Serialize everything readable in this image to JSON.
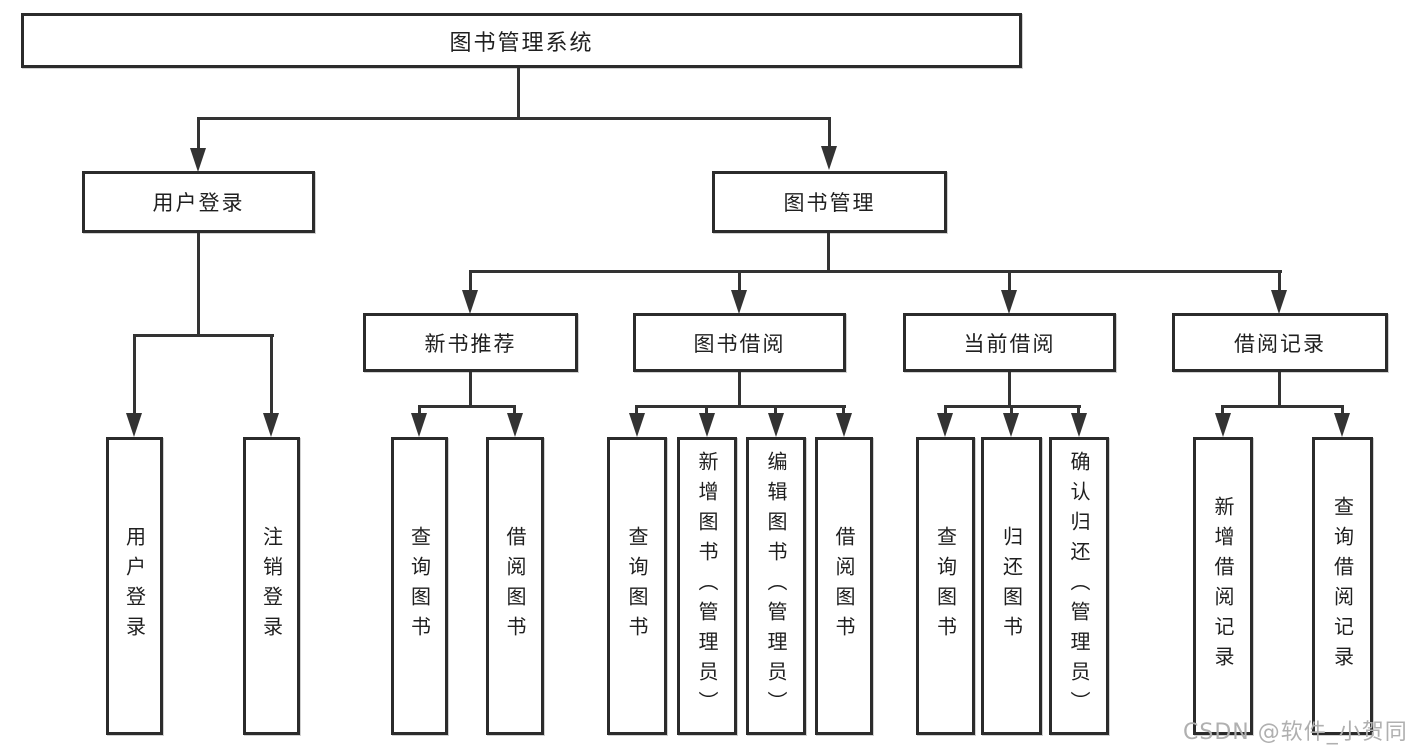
{
  "diagram": {
    "type": "hierarchy-tree",
    "tree": {
      "root": {
        "label": "图书管理系统",
        "children": [
          {
            "label": "用户登录",
            "children": [
              {
                "label": "用户登录"
              },
              {
                "label": "注销登录"
              }
            ]
          },
          {
            "label": "图书管理",
            "children": [
              {
                "label": "新书推荐",
                "children": [
                  {
                    "label": "查询图书"
                  },
                  {
                    "label": "借阅图书"
                  }
                ]
              },
              {
                "label": "图书借阅",
                "children": [
                  {
                    "label": "查询图书"
                  },
                  {
                    "label": "新增图书（管理员）"
                  },
                  {
                    "label": "编辑图书（管理员）"
                  },
                  {
                    "label": "借阅图书"
                  }
                ]
              },
              {
                "label": "当前借阅",
                "children": [
                  {
                    "label": "查询图书"
                  },
                  {
                    "label": "归还图书"
                  },
                  {
                    "label": "确认归还（管理员）"
                  }
                ]
              },
              {
                "label": "借阅记录",
                "children": [
                  {
                    "label": "新增借阅记录"
                  },
                  {
                    "label": "查询借阅记录"
                  }
                ]
              }
            ]
          }
        ]
      }
    }
  },
  "watermark": {
    "text": "CSDN @软件_小贺同学"
  },
  "colors": {
    "background": "#ffffff",
    "border": "#2b2b2b",
    "line": "#333333",
    "text": "#1f1f1f",
    "watermark_color": "#b0b0b0"
  }
}
